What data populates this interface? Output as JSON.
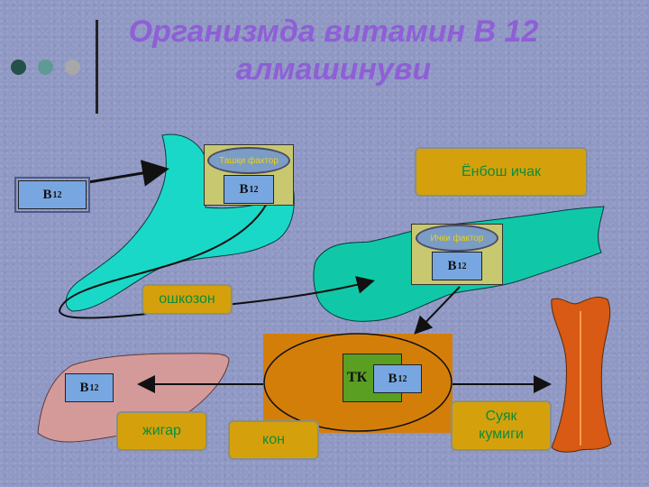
{
  "title": {
    "line1": "Организмда витамин В 12",
    "line2": "алмашинуви"
  },
  "labels": {
    "b12_main": "B",
    "b12_sub": "12",
    "intrinsic_factor_outer": "Ташқи фактор",
    "intrinsic_factor_inner": "Ички фактор",
    "small_intestine": "Ёнбош ичак",
    "stomach": "ошкозон",
    "tk": "ТК",
    "liver": "жигар",
    "blood": "кон",
    "bone_marrow": "Суяк кумиги"
  },
  "colors": {
    "title": "#8e5fd6",
    "label_bg": "#d4a10c",
    "label_text": "#0e8c3a",
    "stomach": "#1ad8c8",
    "intestine": "#10c8a8",
    "liver": "#d49a9a",
    "blood_bg": "#d47e0a",
    "bone": "#d85a14",
    "b12_box": "#78a6e0"
  }
}
